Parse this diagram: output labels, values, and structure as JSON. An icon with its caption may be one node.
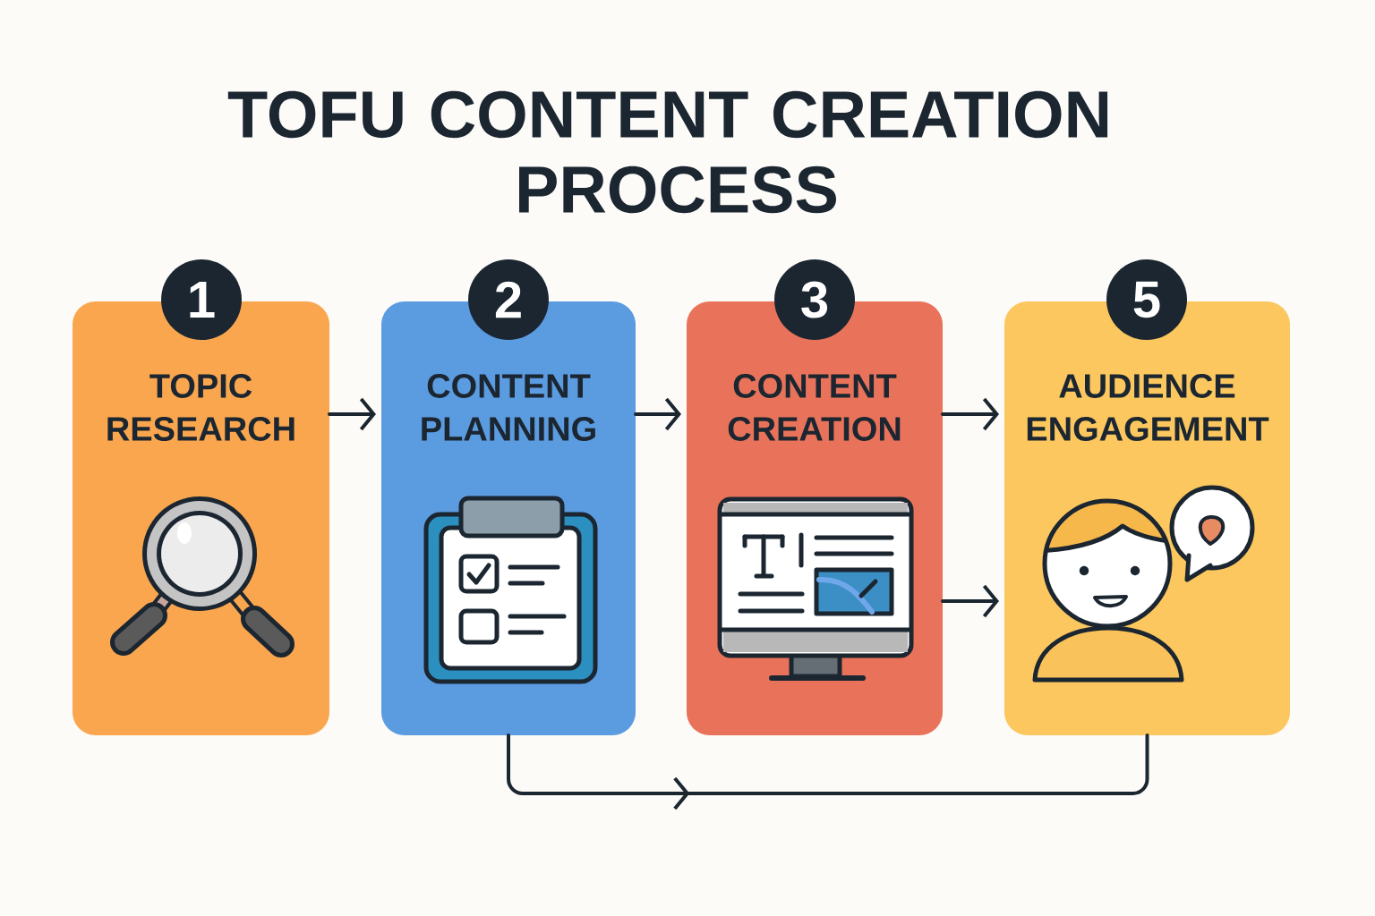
{
  "diagram": {
    "title": "TOFU CONTENT CREATION PROCESS",
    "nodes": [
      {
        "text": [
          "1"
        ]
      },
      {
        "text": [
          "TOPIC RESEARCH"
        ]
      },
      {
        "text": [
          "2"
        ]
      },
      {
        "text": [
          "CONTENT PLANNING"
        ]
      },
      {
        "text": [
          "3"
        ]
      },
      {
        "text": [
          "CONTENT CREATION"
        ]
      },
      {
        "text": [
          "5"
        ]
      },
      {
        "text": [
          "AUDIENCE ENGAGEMENT"
        ]
      }
    ],
    "edges": [
      {
        "from": 1,
        "to": 3,
        "arrow": "to"
      },
      {
        "from": 3,
        "to": 5,
        "arrow": "to"
      },
      {
        "from": 5,
        "to": 7,
        "arrow": "to"
      },
      {
        "from": 5,
        "to": 7,
        "arrow": "to"
      },
      {
        "from": 3,
        "to": 7,
        "arrow": "to"
      }
    ]
  }
}
